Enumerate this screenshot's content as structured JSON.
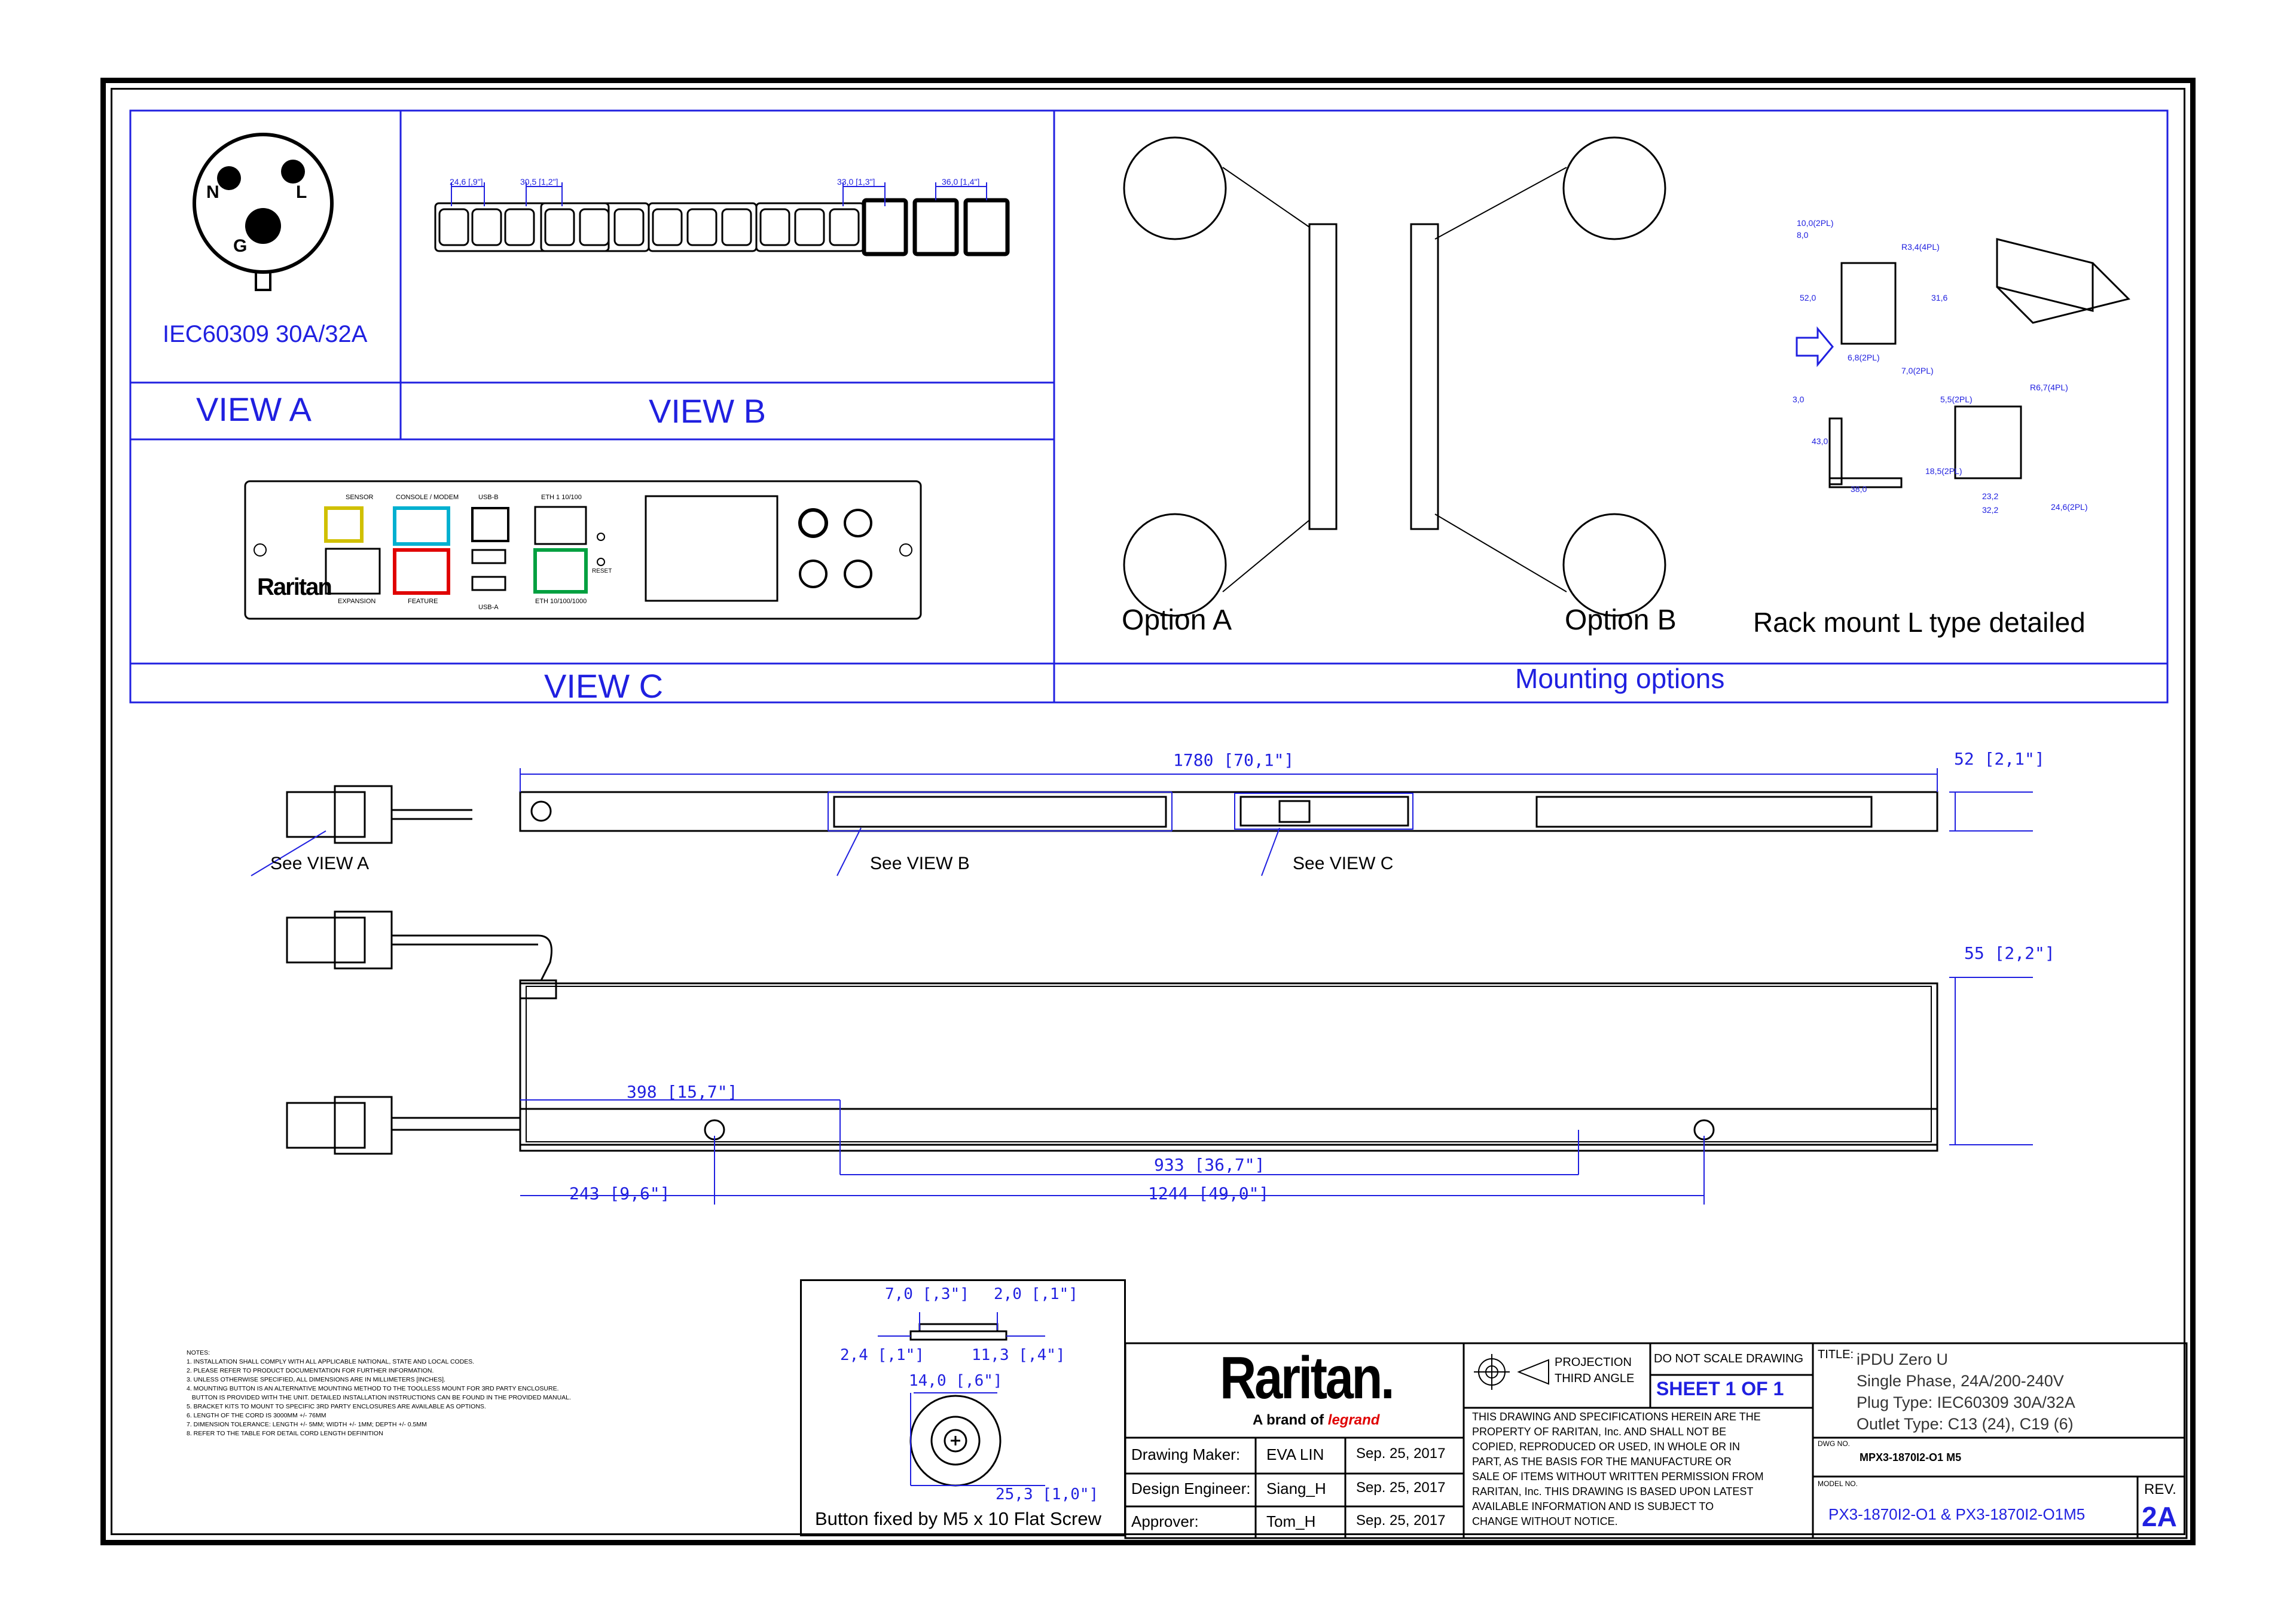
{
  "views": {
    "view_a": {
      "plug_label": "IEC60309 30A/32A",
      "title": "VIEW A",
      "pins": {
        "n": "N",
        "l": "L",
        "g": "G"
      }
    },
    "view_b": {
      "title": "VIEW B",
      "dims": [
        "24,6 [,9\"]",
        "30,5 [1,2\"]",
        "33,0 [1,3\"]",
        "36,0 [1,4\"]"
      ]
    },
    "view_c": {
      "title": "VIEW C",
      "brand": "Raritan",
      "ports": {
        "sensor": "SENSOR",
        "console": "CONSOLE / MODEM",
        "usb_b": "USB-B",
        "eth1": "ETH 1 10/100",
        "expansion": "EXPANSION",
        "feature": "FEATURE",
        "usb_a": "USB-A",
        "eth2": "ETH 10/100/1000",
        "reset": "RESET"
      }
    },
    "mounting": {
      "title": "Mounting options",
      "option_a": "Option A",
      "option_b": "Option B",
      "rack_mount": "Rack mount L type detailed",
      "dims": [
        "10,0(2PL)",
        "8,0",
        "R3,4(4PL)",
        "52,0",
        "31,6",
        "6,8(2PL)",
        "7,0(2PL)",
        "3,0",
        "43,0",
        "38,0",
        "5,5(2PL)",
        "R6,7(4PL)",
        "18,5(2PL)",
        "23,2",
        "32,2",
        "24,6(2PL)"
      ]
    }
  },
  "front_view": {
    "overall_length": "1780 [70,1\"]",
    "width": "52 [2,1\"]",
    "callouts": {
      "a": "See VIEW A",
      "b": "See VIEW B",
      "c": "See VIEW C"
    }
  },
  "side_view": {
    "depth": "55 [2,2\"]"
  },
  "back_view": {
    "dims": {
      "d398": "398 [15,7\"]",
      "d933": "933 [36,7\"]",
      "d243": "243 [9,6\"]",
      "d1244": "1244 [49,0\"]"
    }
  },
  "button_detail": {
    "caption": "Button fixed by M5 x 10 Flat Screw",
    "dims": {
      "a": "7,0 [,3\"]",
      "b": "2,0 [,1\"]",
      "c": "2,4 [,1\"]",
      "d": "11,3 [,4\"]",
      "e": "14,0 [,6\"]",
      "f": "25,3 [1,0\"]"
    }
  },
  "notes": {
    "title": "NOTES:",
    "items": [
      "1. INSTALLATION SHALL COMPLY WITH ALL APPLICABLE NATIONAL, STATE AND LOCAL CODES.",
      "2. PLEASE REFER TO PRODUCT DOCUMENTATION FOR FURTHER INFORMATION.",
      "3. UNLESS OTHERWISE SPECIFIED, ALL DIMENSIONS ARE IN MILLIMETERS [INCHES].",
      "4. MOUNTING BUTTON IS AN ALTERNATIVE MOUNTING METHOD TO THE TOOLLESS MOUNT FOR 3RD PARTY ENCLOSURE.",
      "   BUTTON IS PROVIDED WITH THE UNIT. DETAILED INSTALLATION INSTRUCTIONS CAN BE FOUND IN THE PROVIDED MANUAL.",
      "5. BRACKET KITS TO MOUNT TO SPECIFIC 3RD PARTY ENCLOSURES ARE AVAILABLE AS OPTIONS.",
      "6. LENGTH OF THE CORD IS 3000MM +/- 76MM",
      "7. DIMENSION TOLERANCE: LENGTH +/- 5MM; WIDTH +/- 1MM; DEPTH +/- 0.5MM",
      "8. REFER TO THE TABLE FOR DETAIL CORD LENGTH DEFINITION"
    ]
  },
  "title_block": {
    "logo": "Raritan.",
    "tagline_pre": "A brand of",
    "tagline_brand": "legrand",
    "rows": [
      {
        "label": "Drawing Maker:",
        "name": "EVA LIN",
        "date": "Sep. 25, 2017"
      },
      {
        "label": "Design Engineer:",
        "name": "Siang_H",
        "date": "Sep. 25, 2017"
      },
      {
        "label": "Approver:",
        "name": "Tom_H",
        "date": "Sep. 25, 2017"
      }
    ],
    "projection_1": "PROJECTION",
    "projection_2": "THIRD ANGLE",
    "do_not_scale": "DO NOT SCALE DRAWING",
    "sheet": "SHEET 1 OF 1",
    "disclaimer": [
      "THIS DRAWING AND SPECIFICATIONS HEREIN ARE THE",
      "PROPERTY OF RARITAN, Inc. AND SHALL NOT BE",
      "COPIED, REPRODUCED OR USED, IN WHOLE OR IN",
      "PART, AS THE BASIS FOR THE MANUFACTURE OR",
      "SALE OF ITEMS WITHOUT WRITTEN PERMISSION FROM",
      "RARITAN, Inc. THIS DRAWING IS BASED UPON LATEST",
      "AVAILABLE INFORMATION AND IS SUBJECT TO",
      "CHANGE WITHOUT NOTICE."
    ],
    "title_label": "TITLE:",
    "title_lines": [
      "iPDU Zero U",
      "Single Phase, 24A/200-240V",
      "Plug Type: IEC60309 30A/32A",
      "Outlet Type: C13 (24), C19 (6)"
    ],
    "dwg_label": "DWG NO.",
    "dwg_no": "MPX3-1870I2-O1 M5",
    "model_label": "MODEL NO.",
    "model_no": "PX3-1870I2-O1 & PX3-1870I2-O1M5",
    "rev_label": "REV.",
    "rev": "2A"
  },
  "colors": {
    "blue": "#2020e0",
    "black": "#000000",
    "sensor": "#e0d000",
    "console": "#00b0d0",
    "feature": "#e00000",
    "eth": "#00a040"
  }
}
